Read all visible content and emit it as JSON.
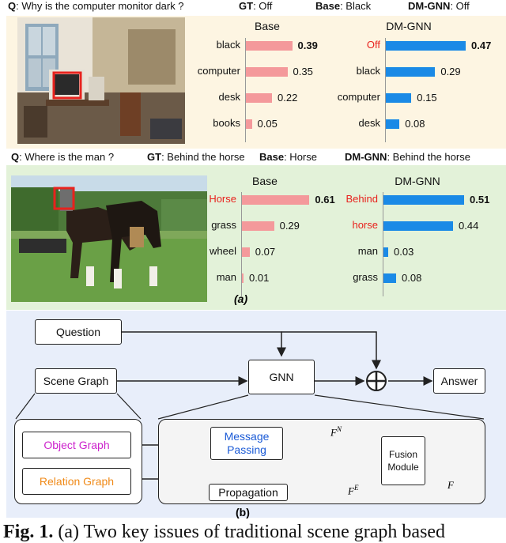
{
  "panel1": {
    "question_prefix": "Q",
    "question": ": Why is the computer monitor dark ?",
    "gt_label": "GT",
    "gt_value": ": Off",
    "base_label": "Base",
    "base_value": ": Black",
    "dm_label": "DM-GNN",
    "dm_value": ": Off"
  },
  "panel2": {
    "question_prefix": "Q",
    "question": ": Where is the man ?",
    "gt_label": "GT",
    "gt_value": ": Behind the horse",
    "base_label": "Base",
    "base_value": ": Horse",
    "dm_label": "DM-GNN",
    "dm_value": ": Behind the horse"
  },
  "subfig_a": "(a)",
  "subfig_b": "(b)",
  "chart_data": [
    {
      "type": "bar",
      "orientation": "horizontal",
      "title": "Base",
      "categories": [
        "black",
        "computer",
        "desk",
        "books"
      ],
      "values": [
        0.39,
        0.35,
        0.22,
        0.05
      ],
      "value_labels": [
        "0.39",
        "0.35",
        "0.22",
        "0.05"
      ],
      "bold_index": 0,
      "red_labels": [],
      "color": "#f4999b"
    },
    {
      "type": "bar",
      "orientation": "horizontal",
      "title": "DM-GNN",
      "categories": [
        "Off",
        "black",
        "computer",
        "desk"
      ],
      "values": [
        0.47,
        0.29,
        0.15,
        0.08
      ],
      "value_labels": [
        "0.47",
        "0.29",
        "0.15",
        "0.08"
      ],
      "bold_index": 0,
      "red_labels": [
        0
      ],
      "color": "#1a8ae6"
    },
    {
      "type": "bar",
      "orientation": "horizontal",
      "title": "Base",
      "categories": [
        "Horse",
        "grass",
        "wheel",
        "man"
      ],
      "values": [
        0.61,
        0.29,
        0.07,
        0.01
      ],
      "value_labels": [
        "0.61",
        "0.29",
        "0.07",
        "0.01"
      ],
      "bold_index": 0,
      "red_labels": [
        0
      ],
      "color": "#f4999b"
    },
    {
      "type": "bar",
      "orientation": "horizontal",
      "title": "DM-GNN",
      "categories": [
        "Behind",
        "horse",
        "man",
        "grass"
      ],
      "values": [
        0.51,
        0.44,
        0.03,
        0.08
      ],
      "value_labels": [
        "0.51",
        "0.44",
        "0.03",
        "0.08"
      ],
      "bold_index": 0,
      "red_labels": [
        0,
        1
      ],
      "color": "#1a8ae6"
    }
  ],
  "diagram": {
    "question": "Question",
    "scene_graph": "Scene Graph",
    "gnn": "GNN",
    "answer": "Answer",
    "object_graph": "Object Graph",
    "relation_graph": "Relation Graph",
    "message_passing_1": "Message",
    "message_passing_2": "Passing",
    "propagation": "Propagation",
    "fusion_1": "Fusion",
    "fusion_2": "Module",
    "fn": "F",
    "fn_sup": "N",
    "fe": "F",
    "fe_sup": "E",
    "f": "F"
  },
  "caption": {
    "fig": "Fig. 1.",
    "text": " (a) Two key issues of traditional scene graph based"
  },
  "colors": {
    "panel1_bg": "#fdf5e2",
    "panel2_bg": "#e3f2d9",
    "panel3_bg": "#e8eefa",
    "base_bar": "#f4999b",
    "dm_bar": "#1a8ae6",
    "red_text": "#e8221d",
    "object_graph": "#cc22cc",
    "relation_graph": "#f08a18"
  }
}
